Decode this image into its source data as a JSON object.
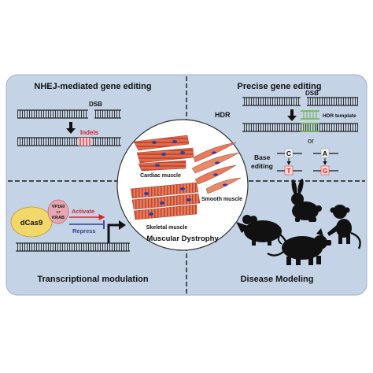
{
  "panels": {
    "nhej": {
      "title": "NHEJ-mediated gene editing",
      "dsb": "DSB",
      "indels": "Indels"
    },
    "precise": {
      "title": "Precise gene editing",
      "dsb": "DSB",
      "hdr": "HDR",
      "hdr_template": "HDR template",
      "or": "or",
      "base_editing_line1": "Base",
      "base_editing_line2": "editing",
      "base_from_1": "C",
      "base_to_1": "T",
      "base_from_2": "A",
      "base_to_2": "G"
    },
    "transcription": {
      "title": "Transcriptional modulation",
      "dcas9": "dCas9",
      "effector_line1": "VP160",
      "effector_line2": "or",
      "effector_line3": "KRAB",
      "activate": "Activate",
      "repress": "Repress"
    },
    "disease": {
      "title": "Disease Modeling"
    }
  },
  "center": {
    "cardiac": "Cardiac muscle",
    "smooth": "Smooth muscle",
    "skeletal": "Skeletal muscle",
    "title": "Muscular Dystrophy"
  },
  "colors": {
    "panel_bg": "#c5d3e6",
    "divider": "#1a1a1a",
    "indels": "#d9262b",
    "hdr_template": "#6cb33f",
    "activate": "#d9262b",
    "repress": "#2f3f9e",
    "dcas9": "#f2d86a",
    "effector": "#e8a6b0",
    "muscle": "#e06a4c",
    "nucleus": "#2f3f9e"
  }
}
